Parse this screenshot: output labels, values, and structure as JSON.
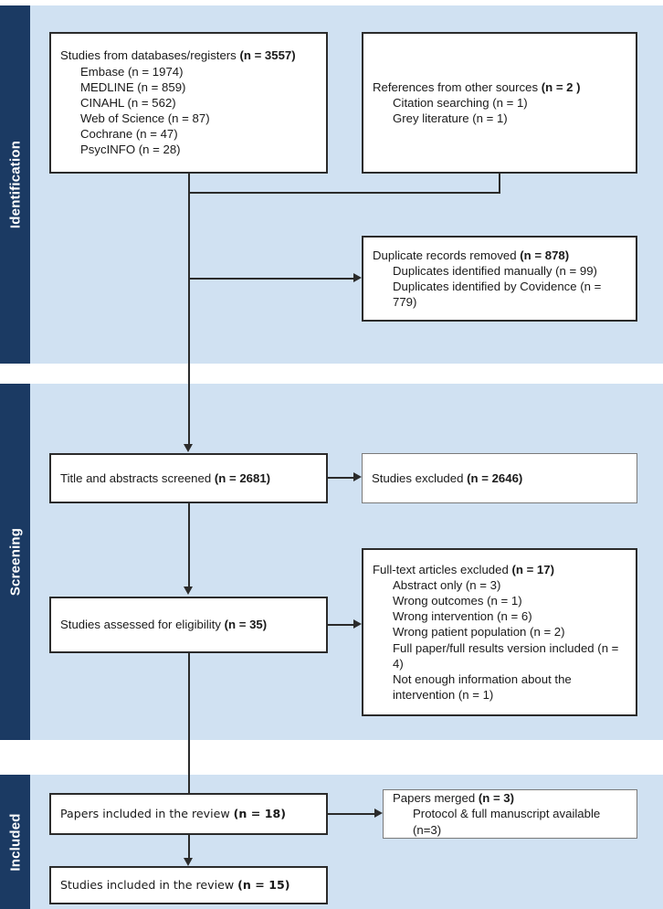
{
  "diagram": {
    "title": "PRISMA flow diagram",
    "colors": {
      "band_background": "#d0e1f2",
      "band_tab": "#1b3a63",
      "box_border": "#2b2b2b",
      "box_border_thin": "#7a7a7a",
      "box_fill": "#ffffff",
      "page_background": "#ffffff",
      "connector": "#2b2b2b",
      "tab_text": "#ffffff",
      "box_text": "#1a1a1a"
    }
  },
  "phases": [
    {
      "id": "identification",
      "label": "Identification"
    },
    {
      "id": "screening",
      "label": "Screening"
    },
    {
      "id": "included",
      "label": "Included"
    }
  ],
  "boxes": {
    "databases": {
      "header": "Studies from databases/registers ",
      "header_bold": "(n = 3557)",
      "items": [
        "Embase (n = 1974)",
        "MEDLINE (n = 859)",
        "CINAHL (n = 562)",
        "Web of Science (n = 87)",
        "Cochrane (n = 47)",
        "PsycINFO (n = 28)"
      ]
    },
    "other_sources": {
      "header": "References from other sources ",
      "header_bold": "(n = 2 )",
      "items": [
        "Citation searching (n = 1)",
        "Grey literature (n = 1)"
      ]
    },
    "duplicates": {
      "header": "Duplicate records removed ",
      "header_bold": "(n = 878)",
      "items": [
        "Duplicates identified manually (n = 99)",
        "Duplicates identified by Covidence (n = 779)"
      ]
    },
    "screened": {
      "header": "Title and abstracts screened ",
      "header_bold": "(n = 2681)",
      "items": []
    },
    "excluded_screened": {
      "header": "Studies excluded ",
      "header_bold": "(n = 2646)",
      "items": []
    },
    "eligibility": {
      "header": "Studies assessed for eligibility ",
      "header_bold": "(n = 35)",
      "items": []
    },
    "fulltext_excluded": {
      "header": "Full-text articles excluded ",
      "header_bold": "(n = 17)",
      "items": [
        "Abstract only (n = 3)",
        "Wrong outcomes (n = 1)",
        "Wrong intervention (n = 6)",
        "Wrong patient population (n = 2)",
        "Full paper/full results version included (n = 4)",
        "Not enough information about the intervention (n = 1)"
      ]
    },
    "papers_included": {
      "header": "Papers included in the review ",
      "header_bold": "(n = 18)",
      "items": []
    },
    "papers_merged": {
      "header": "Papers merged ",
      "header_bold": "(n = 3)",
      "items": [
        "Protocol & full manuscript available (n=3)"
      ]
    },
    "studies_included": {
      "header": "Studies included in the review ",
      "header_bold": "(n = 15)",
      "items": []
    }
  },
  "chart_data": {
    "type": "diagram",
    "title": "PRISMA flow diagram",
    "nodes": [
      {
        "id": "databases",
        "phase": "identification",
        "label": "Studies from databases/registers",
        "n": 3557,
        "children": [
          {
            "label": "Embase",
            "n": 1974
          },
          {
            "label": "MEDLINE",
            "n": 859
          },
          {
            "label": "CINAHL",
            "n": 562
          },
          {
            "label": "Web of Science",
            "n": 87
          },
          {
            "label": "Cochrane",
            "n": 47
          },
          {
            "label": "PsycINFO",
            "n": 28
          }
        ]
      },
      {
        "id": "other_sources",
        "phase": "identification",
        "label": "References from other sources",
        "n": 2,
        "children": [
          {
            "label": "Citation searching",
            "n": 1
          },
          {
            "label": "Grey literature",
            "n": 1
          }
        ]
      },
      {
        "id": "duplicates",
        "phase": "identification",
        "label": "Duplicate records removed",
        "n": 878,
        "children": [
          {
            "label": "Duplicates identified manually",
            "n": 99
          },
          {
            "label": "Duplicates identified by Covidence",
            "n": 779
          }
        ]
      },
      {
        "id": "screened",
        "phase": "screening",
        "label": "Title and abstracts screened",
        "n": 2681,
        "children": []
      },
      {
        "id": "excluded_screened",
        "phase": "screening",
        "label": "Studies excluded",
        "n": 2646,
        "children": []
      },
      {
        "id": "eligibility",
        "phase": "screening",
        "label": "Studies assessed for eligibility",
        "n": 35,
        "children": []
      },
      {
        "id": "fulltext_excluded",
        "phase": "screening",
        "label": "Full-text articles excluded",
        "n": 17,
        "children": [
          {
            "label": "Abstract only",
            "n": 3
          },
          {
            "label": "Wrong outcomes",
            "n": 1
          },
          {
            "label": "Wrong intervention",
            "n": 6
          },
          {
            "label": "Wrong patient population",
            "n": 2
          },
          {
            "label": "Full paper/full results version included",
            "n": 4
          },
          {
            "label": "Not enough information about the intervention",
            "n": 1
          }
        ]
      },
      {
        "id": "papers_included",
        "phase": "included",
        "label": "Papers included in the review",
        "n": 18,
        "children": []
      },
      {
        "id": "papers_merged",
        "phase": "included",
        "label": "Papers merged",
        "n": 3,
        "children": [
          {
            "label": "Protocol & full manuscript available",
            "n": 3
          }
        ]
      },
      {
        "id": "studies_included",
        "phase": "included",
        "label": "Studies included in the review",
        "n": 15,
        "children": []
      }
    ],
    "edges": [
      {
        "from": "databases",
        "to": "duplicates",
        "kind": "merge-then-right"
      },
      {
        "from": "other_sources",
        "to": "duplicates",
        "kind": "merge-then-right"
      },
      {
        "from": "databases",
        "to": "screened",
        "kind": "down"
      },
      {
        "from": "screened",
        "to": "excluded_screened",
        "kind": "right"
      },
      {
        "from": "screened",
        "to": "eligibility",
        "kind": "down"
      },
      {
        "from": "eligibility",
        "to": "fulltext_excluded",
        "kind": "right"
      },
      {
        "from": "eligibility",
        "to": "papers_included",
        "kind": "down"
      },
      {
        "from": "papers_included",
        "to": "papers_merged",
        "kind": "right"
      },
      {
        "from": "papers_included",
        "to": "studies_included",
        "kind": "down"
      }
    ]
  }
}
